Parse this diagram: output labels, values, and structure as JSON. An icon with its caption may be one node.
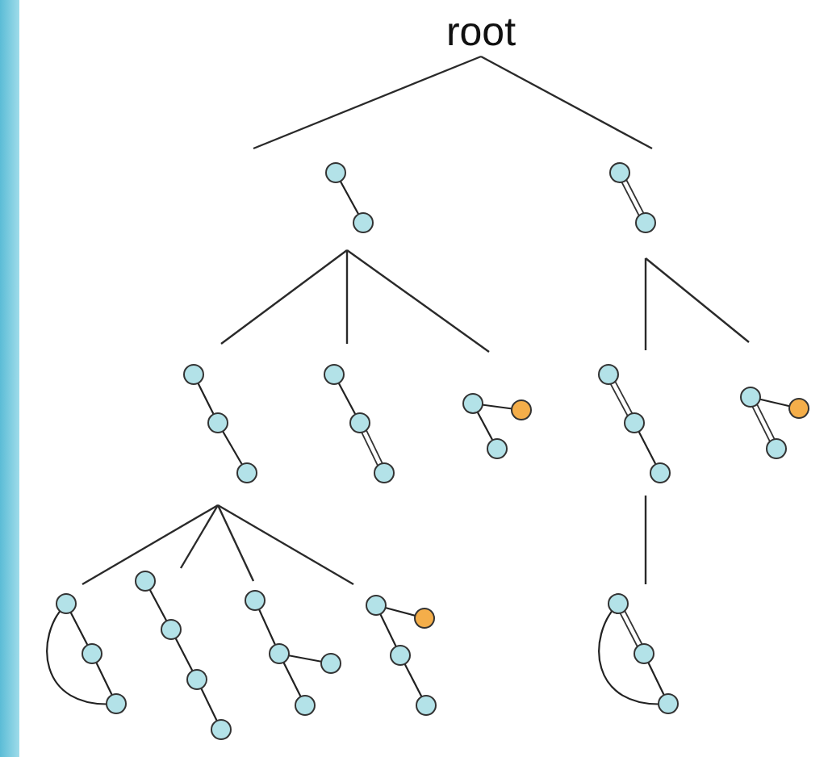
{
  "diagram": {
    "nodes": [
      {
        "text": [
          "root"
        ]
      },
      {
        "text": [],
        "shape": "picture"
      },
      {
        "text": [],
        "shape": "picture"
      },
      {
        "text": [],
        "shape": "picture"
      },
      {
        "text": [],
        "shape": "picture"
      },
      {
        "text": [],
        "shape": "picture"
      },
      {
        "text": [],
        "shape": "picture"
      },
      {
        "text": [],
        "shape": "picture"
      },
      {
        "text": [],
        "shape": "picture"
      },
      {
        "text": [],
        "shape": "picture"
      },
      {
        "text": [],
        "shape": "picture"
      },
      {
        "text": [],
        "shape": "picture"
      },
      {
        "text": [],
        "shape": "picture"
      }
    ],
    "edges": [
      {
        "from": 0,
        "to": 1,
        "arrow": "none"
      },
      {
        "from": 0,
        "to": 2,
        "arrow": "none"
      },
      {
        "from": 1,
        "to": 3,
        "arrow": "none"
      },
      {
        "from": 1,
        "to": 4,
        "arrow": "none"
      },
      {
        "from": 1,
        "to": 5,
        "arrow": "none"
      },
      {
        "from": 2,
        "to": 6,
        "arrow": "none"
      },
      {
        "from": 2,
        "to": 7,
        "arrow": "none"
      },
      {
        "from": 3,
        "to": 8,
        "arrow": "none"
      },
      {
        "from": 3,
        "to": 9,
        "arrow": "none"
      },
      {
        "from": 3,
        "to": 10,
        "arrow": "none"
      },
      {
        "from": 3,
        "to": 11,
        "arrow": "none"
      },
      {
        "from": 6,
        "to": 12,
        "arrow": "none"
      }
    ]
  }
}
